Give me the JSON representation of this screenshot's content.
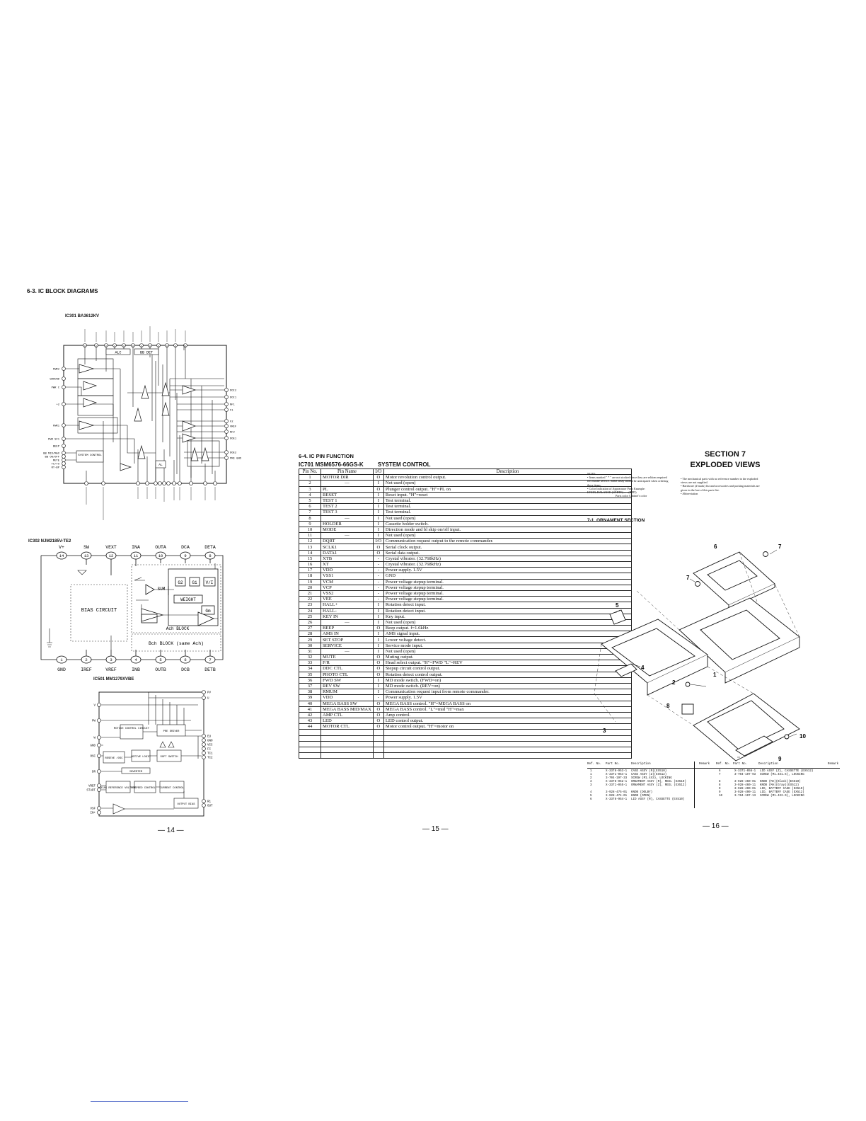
{
  "left": {
    "section_title": "6-3. IC BLOCK DIAGRAMS",
    "ic301": {
      "title": "IC301  BA3612KV",
      "blocks": {
        "alc": "ALC",
        "bb_det": "BB DET",
        "system_control": "SYSTEM CONTROL",
        "al": "AL"
      },
      "left_pins": [
        "PWR2",
        "GROUND",
        "PWR C",
        "+2",
        "PWR1",
        "PWR SF1",
        "BEEP",
        "BB MID/MAX",
        "BB ON/OFF",
        "MUTE",
        "TC/TU",
        "RT-BP"
      ],
      "right_pins": [
        "DOI2",
        "DOI1",
        "NF1",
        "F1",
        "F2",
        "VREF",
        "NF2",
        "DOE1",
        "DOE2",
        "PRE GND"
      ]
    },
    "ic302": {
      "title": "IC302  NJM2185V-TE2",
      "top_pins": [
        {
          "num": "14",
          "label": "V+"
        },
        {
          "num": "13",
          "label": "SW"
        },
        {
          "num": "12",
          "label": "VEXT"
        },
        {
          "num": "11",
          "label": "INA"
        },
        {
          "num": "10",
          "label": "OUTA"
        },
        {
          "num": "9",
          "label": "DCA"
        },
        {
          "num": "8",
          "label": "DETA"
        }
      ],
      "bottom_pins": [
        {
          "num": "1",
          "label": "GND"
        },
        {
          "num": "2",
          "label": "IREF"
        },
        {
          "num": "3",
          "label": "VREF"
        },
        {
          "num": "4",
          "label": "INB"
        },
        {
          "num": "5",
          "label": "OUTB"
        },
        {
          "num": "6",
          "label": "DCB"
        },
        {
          "num": "7",
          "label": "DETB"
        }
      ],
      "blocks": {
        "bias": "BIAS CIRCUIT",
        "sum": "SUM",
        "g2": "G2",
        "g1": "G1",
        "vi": "V/I",
        "weight": "WEIGHT",
        "gm": "Gm",
        "ach": "Ach BLOCK",
        "bch": "Bch BLOCK (same Ach)"
      }
    },
    "ic501": {
      "title": "IC501  MM1279XVBE",
      "blocks": {
        "motive_control": "MOTIVE CONTROL CIRCUIT",
        "pre_driver": "PRE DRIVER",
        "reseve_osc": "RESEVE /OSC",
        "motive_logic": "MOTIVE LOGIC",
        "soft_switch": "SOFT SWITCH",
        "inverter": "INVERTER",
        "bias_ref": "BIAS REFERENCE VOLTAGE",
        "speed_control": "SPEED CONTROL",
        "current_control": "CURRENT CONTROL",
        "output_bias": "OUTPUT BIAS"
      },
      "left_pins": [
        "V",
        "PW",
        "W",
        "GND",
        "OSC",
        "DR",
        "VREF",
        "START",
        "VSF",
        "IN+"
      ],
      "right_pins": [
        "PV",
        "U",
        "EU",
        "GNO",
        "VCC",
        "FC",
        "TC1",
        "TC2",
        "R1",
        "OUT"
      ]
    },
    "page_num": "— 14 —"
  },
  "middle": {
    "section_title": "6-4. IC PIN FUNCTION",
    "table_title": "IC701  MSM6576-66GS-K",
    "table_subtitle": "SYSTEM CONTROL",
    "headers": [
      "Pin No.",
      "Pin Name",
      "I/O",
      "Description"
    ],
    "rows": [
      [
        "1",
        "MOTOR DIR",
        "O",
        "Motor revolution control output."
      ],
      [
        "2",
        "—",
        "I",
        "Not used (open)"
      ],
      [
        "3",
        "PL",
        "O",
        "Plunger control output. \"H\"=PL on"
      ],
      [
        "4",
        "RESET",
        "I",
        "Reset input. \"H\"=reset"
      ],
      [
        "5",
        "TEST 1",
        "I",
        "Test terminal."
      ],
      [
        "6",
        "TEST 2",
        "I",
        "Test terminal."
      ],
      [
        "7",
        "TEST 3",
        "I",
        "Test terminal."
      ],
      [
        "8",
        "—",
        "I",
        "Not used (open)"
      ],
      [
        "9",
        "HOLDER",
        "I",
        "Cassette holder switch."
      ],
      [
        "10",
        "MODE",
        "I",
        "Direction mode and bl skip on/off input."
      ],
      [
        "11",
        "—",
        "I",
        "Not used (open)"
      ],
      [
        "12",
        "DQRT",
        "I/O",
        "Communication request output to the remote commander."
      ],
      [
        "13",
        "SCLK1",
        "O",
        "Serial clock output."
      ],
      [
        "14",
        "DATA1",
        "O",
        "Serial data output."
      ],
      [
        "15",
        "XTB",
        "-",
        "Crystal vibrator. (32.768kHz)"
      ],
      [
        "16",
        "XT",
        "-",
        "Crystal vibrator. (32.768kHz)"
      ],
      [
        "17",
        "VDD",
        "-",
        "Power supply. 1.5V"
      ],
      [
        "18",
        "VSS1",
        "-",
        "GND"
      ],
      [
        "19",
        "VCM",
        "-",
        "Power voltage stepup terminal."
      ],
      [
        "20",
        "VCP",
        "-",
        "Power voltage stepup terminal."
      ],
      [
        "21",
        "VSS2",
        "-",
        "Power voltage stepup terminal."
      ],
      [
        "22",
        "VEE",
        "-",
        "Power voltage stepup terminal."
      ],
      [
        "23",
        "HALL+",
        "I",
        "Rotation detect input."
      ],
      [
        "24",
        "HALL-",
        "I",
        "Rotation detect input."
      ],
      [
        "25",
        "KEY IN",
        "I",
        "Key input."
      ],
      [
        "26",
        "—",
        "I",
        "Not used (open)"
      ],
      [
        "27",
        "BEEP",
        "O",
        "Beep output. f=1.6kHz"
      ],
      [
        "28",
        "AMS IN",
        "I",
        "AMS signal input."
      ],
      [
        "29",
        "SET STOP",
        "I",
        "Lower voltage detect."
      ],
      [
        "30",
        "SERVICE",
        "I",
        "Service mode input."
      ],
      [
        "31",
        "—",
        "I",
        "Not used (open)"
      ],
      [
        "32",
        "MUTE",
        "O",
        "Muting output."
      ],
      [
        "33",
        "F/R",
        "O",
        "Head select output. \"H\"=FWD \"L\"=REV"
      ],
      [
        "34",
        "DDC CTL",
        "O",
        "Stepup circuit control output."
      ],
      [
        "35",
        "PHOTO CTL",
        "O",
        "Rotation detect control output."
      ],
      [
        "36",
        "FWD SW",
        "I",
        "MD mode switch. (FWD=on)"
      ],
      [
        "37",
        "REV SW",
        "I",
        "MD mode switch. (REV=on)"
      ],
      [
        "38",
        "RMUM",
        "I",
        "Communication request input from remote commander."
      ],
      [
        "39",
        "VDD",
        "-",
        "Power supply. 1.5V"
      ],
      [
        "40",
        "MEGA BASS SW",
        "O",
        "MEGA BASS control. \"H\"=MEGA BASS on"
      ],
      [
        "41",
        "MEGA BASS MID/MAX",
        "O",
        "MEGA BASS control. \"L\"=mid \"H\"=max"
      ],
      [
        "42",
        "AMP CTL",
        "O",
        "Amp control."
      ],
      [
        "43",
        "LED",
        "O",
        "LED control output."
      ],
      [
        "44",
        "MOTOR CTL",
        "O",
        "Motor control output. \"H\"=motor on"
      ]
    ],
    "page_num": "— 15 —"
  },
  "right": {
    "section_label": "SECTION 7",
    "section_title": "EXPLODED VIEWS",
    "note_title": "NOTE:",
    "notes_left": [
      "• Items marked \" * \" are not stocked since they are seldom required for routine service. Some delay should be anticipated when ordering these items.",
      "• Color Indication of Appearance Parts Example:",
      "KNOB, BALANCE (WHITE) . . . (RED)",
      "Parts color   Cabinet's color"
    ],
    "notes_right": [
      "• The mechanical parts with no reference number in the exploded views are not supplied.",
      "• Hardware (# mark) list and accessories and packing materials are given in the last of this parts list.",
      "• Abbreviation"
    ],
    "subsection": "7-1.  ORNAMENT SECTION",
    "callouts": [
      "1",
      "2",
      "3",
      "4",
      "5",
      "6",
      "7",
      "7",
      "8",
      "9",
      "10"
    ],
    "parts_headers": {
      "ref": "Ref. No.",
      "part": "Part No.",
      "desc": "Description",
      "remark": "Remark"
    },
    "parts_left": [
      [
        "1",
        "X-3378-953-1",
        "CASE ASSY (R)(EX510)"
      ],
      [
        "1",
        "X-3371-054-1",
        "CASE ASSY (Z)(EX512)"
      ],
      [
        "2",
        "3-704-197-33",
        "SCREW (M1.4X3), LOCKING"
      ],
      [
        "3",
        "X-3378-962-1",
        "ORNAMENT ASSY (R), REEL (EX510)"
      ],
      [
        "3",
        "X-3371-055-1",
        "ORNAMENT ASSY (Z), REEL (EX512)"
      ],
      [
        "",
        "",
        ""
      ],
      [
        "4",
        "3-928-475-01",
        "KNOB (DOLBY)"
      ],
      [
        "5",
        "3-928-474-01",
        "KNOB (OPEN)"
      ],
      [
        "6",
        "X-3378-954-1",
        "LID ASSY (R), CASSETTE (EX510)"
      ]
    ],
    "parts_right": [
      [
        "6",
        "X-3371-056-1",
        "LID ASSY (Z), CASSETTE (EX512)"
      ],
      [
        "7",
        "3-704-197-93",
        "SCREW (M1.4X1.6), LOCKING"
      ],
      [
        "",
        "",
        ""
      ],
      [
        "8",
        "3-928-460-01",
        "KNOB (MA)(Black)(EX510)"
      ],
      [
        "8",
        "3-928-460-11",
        "KNOB (MA)(Gray)(EX512)"
      ],
      [
        "9",
        "3-928-490-01",
        "LID, BATTERY CASE (EX510)"
      ],
      [
        "9",
        "3-928-490-11",
        "LID, BATTERY CASE (EX512)"
      ],
      [
        "10",
        "3-704-197-13",
        "SCREW (M1.4X2.0), LOCKING"
      ]
    ],
    "page_num": "— 16 —"
  }
}
